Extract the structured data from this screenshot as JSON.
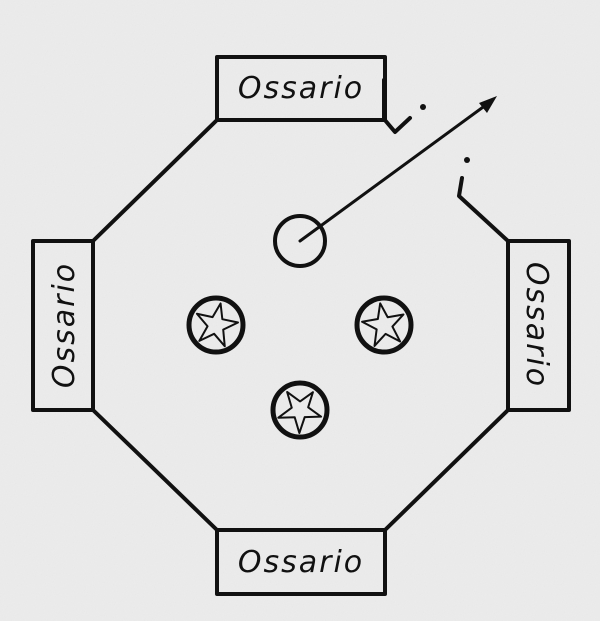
{
  "title": "Octagonal crypt plan",
  "labels": {
    "top": "Ossario",
    "left": "Ossario",
    "right": "Ossario",
    "bottom": "Ossario"
  },
  "colors": {
    "ink": "#111111",
    "paper": "#ececec"
  }
}
